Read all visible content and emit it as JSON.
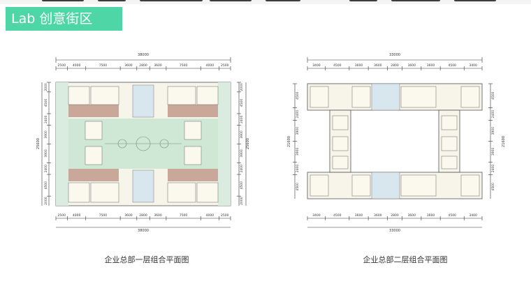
{
  "header": {
    "title": "Lab 创意街区"
  },
  "plan_left": {
    "caption": "企业总部一层组合平面图",
    "total_width_label": "38000",
    "total_depth_label": "25600",
    "x_segments": [
      "2500",
      "4000",
      "7500",
      "3600",
      "2800",
      "3600",
      "7500",
      "4000",
      "2500"
    ],
    "y_segments": [
      "2000",
      "4500",
      "2400",
      "3900",
      "3900",
      "2400",
      "4500",
      "2000"
    ]
  },
  "plan_right": {
    "caption": "企业总部二层组合平面图",
    "total_width_label": "33000",
    "total_depth_label": "21600",
    "x_segments": [
      "3400",
      "4500",
      "3600",
      "3600",
      "2800",
      "3600",
      "3600",
      "4500",
      "3400"
    ],
    "y_segments": [
      "4500",
      "2400",
      "3900",
      "3900",
      "2400",
      "4500"
    ]
  }
}
